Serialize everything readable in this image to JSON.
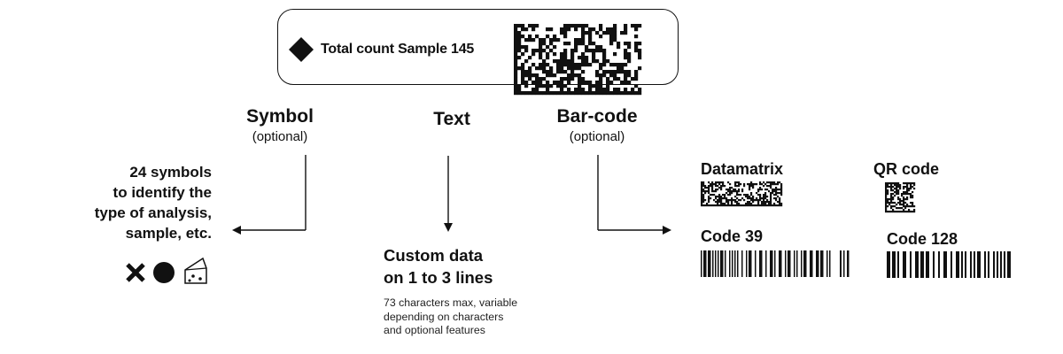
{
  "label": {
    "text": "Total count Sample 145"
  },
  "columns": {
    "symbol": {
      "title": "Symbol",
      "subtitle": "(optional)"
    },
    "text": {
      "title": "Text"
    },
    "barcode": {
      "title": "Bar-code",
      "subtitle": "(optional)"
    }
  },
  "symbol_description": [
    "24 symbols",
    "to identify the",
    "type of analysis,",
    "sample, etc."
  ],
  "example_symbols": [
    "cross-icon",
    "circle-icon",
    "cheese-icon"
  ],
  "text_description": {
    "title_lines": [
      "Custom data",
      "on 1 to 3 lines"
    ],
    "detail_lines": [
      "73 characters max, variable",
      "depending on characters",
      "and optional features"
    ]
  },
  "barcode_types": {
    "datamatrix": "Datamatrix",
    "qr": "QR code",
    "code39": "Code 39",
    "code128": "Code 128"
  }
}
